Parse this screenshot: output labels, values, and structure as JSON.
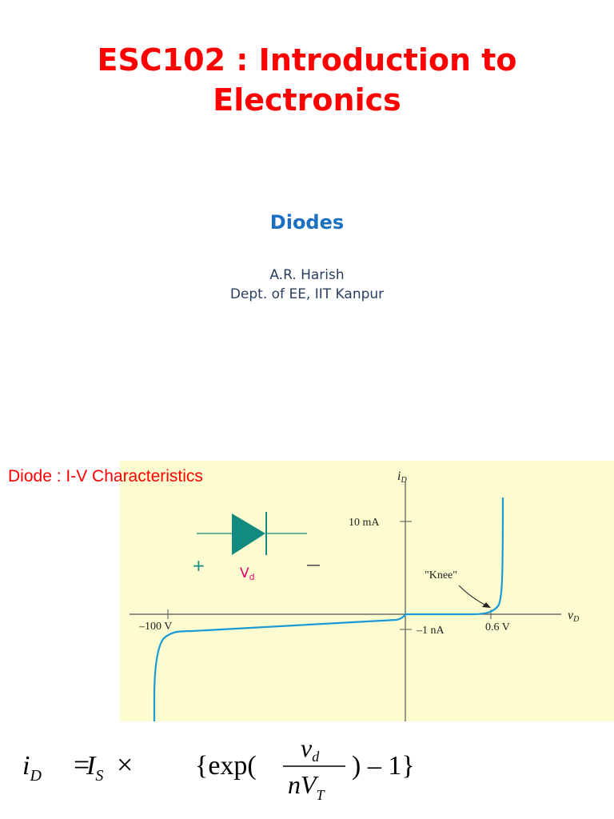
{
  "slide1": {
    "title_line1": "ESC102 :  Introduction to",
    "title_line2": "Electronics",
    "subtitle": "Diodes",
    "author": "A.R. Harish",
    "department": "Dept. of EE, IIT Kanpur"
  },
  "slide2": {
    "heading": "Diode : I-V Characteristics",
    "symbol": {
      "plus": "+",
      "minus": "—",
      "voltage_label": "V",
      "voltage_sub": "d",
      "color": "#138a80"
    },
    "graph": {
      "y_axis_label": "i",
      "y_axis_sub": "D",
      "x_axis_label": "v",
      "x_axis_sub": "D",
      "tick_10ma": "10 mA",
      "tick_m100v": "–100 V",
      "tick_m1na": "–1 nA",
      "tick_06v": "0.6 V",
      "knee_label": "\"Knee\"",
      "curve_color": "#1a9bd7"
    },
    "equation": {
      "i": "i",
      "i_sub": "D",
      "eq1": "=",
      "Is": "I",
      "Is_sub": "S",
      "times": "×",
      "open": "{exp(",
      "num": "v",
      "num_sub": "d",
      "den": "nV",
      "den_sub": "T",
      "close": ") – 1}"
    }
  }
}
